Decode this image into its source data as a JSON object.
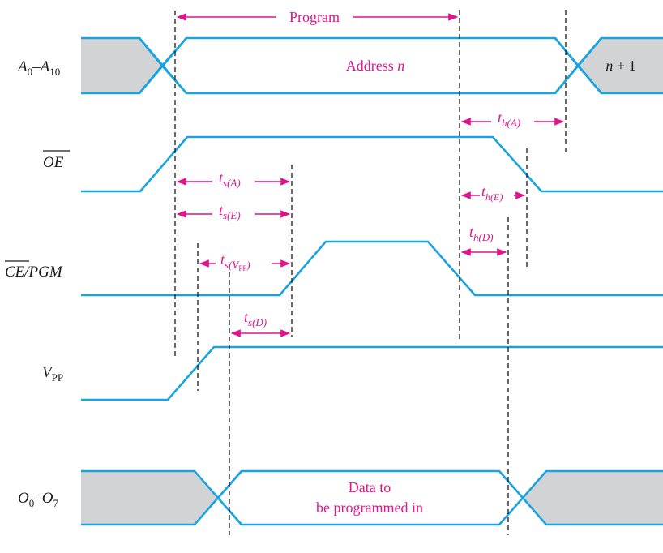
{
  "signals": {
    "addr": {
      "base": "A",
      "sub0": "0",
      "dash": "–",
      "base2": "A",
      "sub1": "10"
    },
    "oe": "OE",
    "ce_main": "CE",
    "ce_rest": "/PGM",
    "vpp": {
      "base": "V",
      "sub": "PP"
    },
    "data": {
      "base": "O",
      "sub0": "0",
      "dash": "–",
      "base2": "O",
      "sub1": "7"
    }
  },
  "annotations": {
    "program": "Program",
    "address_word": "Address ",
    "address_n": "n",
    "next_n": "n",
    "next_plus": " + 1",
    "data_line1": "Data to",
    "data_line2": "be programmed in"
  },
  "timing_labels": {
    "t": "t",
    "ts_A": {
      "sub": "s(A)"
    },
    "ts_E": {
      "sub": "s(E)"
    },
    "ts_VPP": {
      "sub_s": "s(",
      "sub_V": "V",
      "sub_PP": "PP",
      "sub_close": ")"
    },
    "ts_D": {
      "sub": "s(D)"
    },
    "th_A": {
      "sub": "h(A)"
    },
    "th_E": {
      "sub": "h(E)"
    },
    "th_D": {
      "sub": "h(D)"
    }
  },
  "colors": {
    "wave": "#1aa3df",
    "annotation": "#e0148c",
    "invalid_fill": "#d2d3d5",
    "text": "#1a1a1a"
  }
}
